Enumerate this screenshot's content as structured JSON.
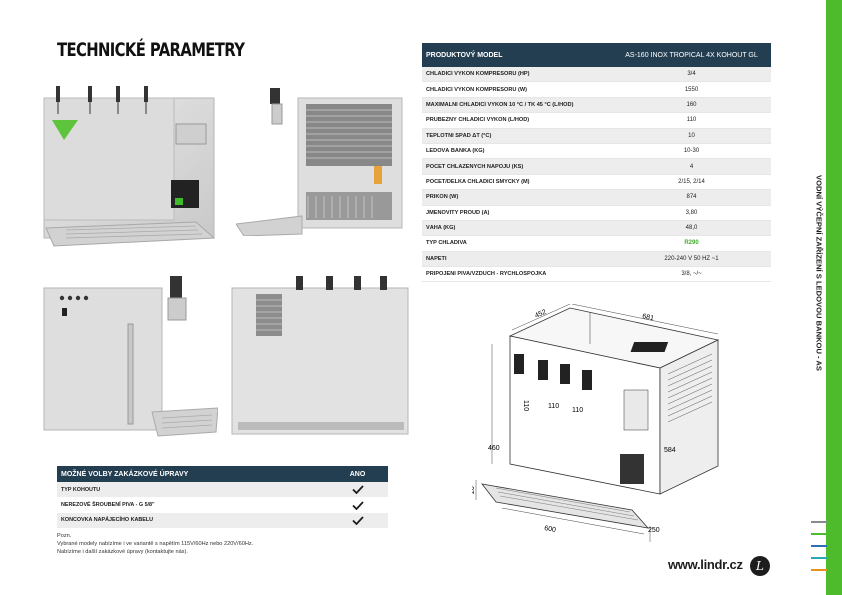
{
  "page_title": "TECHNICKÉ PARAMETRY",
  "spec_table": {
    "header_label": "PRODUKTOVÝ MODEL",
    "header_value": "AS-160 INOX TROPICAL 4x kohout GL",
    "rows": [
      {
        "label": "Chladicí výkon kompresoru (HP)",
        "value": "3/4"
      },
      {
        "label": "Chladicí výkon kompresoru (W)",
        "value": "1550"
      },
      {
        "label": "Maximální chladicí výkon 10 °C / TK 45 °C (l/hod)",
        "value": "160"
      },
      {
        "label": "Průběžný chladicí výkon (l/hod)",
        "value": "110"
      },
      {
        "label": "Teplotní spád Δt (°C)",
        "value": "10"
      },
      {
        "label": "Ledová banka (kg)",
        "value": "10-30"
      },
      {
        "label": "Počet chlazených nápojů (ks)",
        "value": "4"
      },
      {
        "label": "Počet/délka chladicí smyčky (m)",
        "value": "2/15, 2/14"
      },
      {
        "label": "Příkon (W)",
        "value": "874"
      },
      {
        "label": "Jmenovitý proud (A)",
        "value": "3,80"
      },
      {
        "label": "Váha (kg)",
        "value": "48,0"
      },
      {
        "label": "Typ chladiva",
        "value": "R290"
      },
      {
        "label": "Napětí",
        "value": "220-240 V 50 Hz ~1"
      },
      {
        "label": "Připojení piva/vzduch - rychlospojka",
        "value": "3/8, ~/~"
      }
    ]
  },
  "options_table": {
    "header_label": "MOŽNÉ VOLBY ZAKÁZKOVÉ ÚPRAVY",
    "header_value": "ANO",
    "rows": [
      {
        "label": "Typ kohoutu"
      },
      {
        "label": "Nerezové šroubení piva - G 5/8\""
      },
      {
        "label": "Koncovka napájecího kabelu"
      }
    ]
  },
  "note": {
    "title": "Pozn.",
    "line1": "Vybrané modely nabízíme i ve variantě s napětím 115V/60Hz nebo 220V/60Hz.",
    "line2": "Nabízíme i další zakázkové úpravy (kontaktujte nás)."
  },
  "diagram": {
    "dim_top_depth": "452",
    "dim_top_width": "681",
    "dim_left_height": "460",
    "dim_spacing_1": "110",
    "dim_spacing_2": "110",
    "dim_spacing_3": "110",
    "dim_right_side": "584",
    "dim_tray_height": "20",
    "dim_tray_width": "600",
    "dim_tray_depth": "250"
  },
  "side_text": "Vodní výčepní zařízení s ledovou bankou - AS",
  "website": "www.lindr.cz",
  "logo_letter": "L",
  "colors": {
    "header_bg": "#243e51",
    "accent_green": "#4dbb2b",
    "highlight_value": "#3fae2a"
  }
}
